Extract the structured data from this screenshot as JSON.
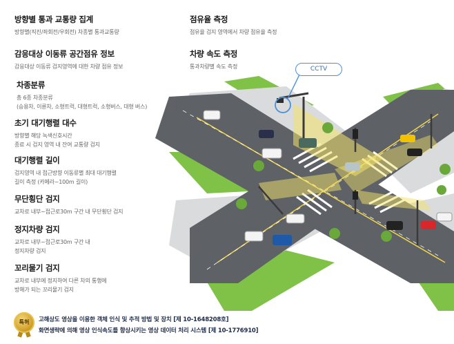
{
  "features": [
    {
      "id": "direction",
      "title": "방향별 통과 교통량 집계",
      "desc": [
        "방향별(직진/좌회전/우회전) 차종별 통과교통량"
      ]
    },
    {
      "id": "moving-occupancy",
      "title": "감응대상 이동류 공간점유 정보",
      "desc": [
        "감응대상 이동류 검지영역에 대한 차량 점유 정보"
      ]
    },
    {
      "id": "vehicle-class",
      "title": "차종분류",
      "desc": [
        "총 6종 차종분류",
        "(승용차, 이륜차, 소형트럭, 대형트럭, 소형버스, 대형 버스)"
      ]
    },
    {
      "id": "initial-queue",
      "title": "초기 대기행렬 대수",
      "desc": [
        "방향별 해당 녹색신호시간",
        "종료 시 검지 영역 내 잔여 교통량 검지"
      ]
    },
    {
      "id": "queue-length",
      "title": "대기행렬 길이",
      "desc": [
        "검지영역 내 접근방향 이동류별 최대 대기행렬",
        "길이 측정 (카메라~100m 길이)"
      ]
    },
    {
      "id": "jaywalk",
      "title": "무단횡단 검지",
      "desc": [
        "교차로 내부~접근로30m 구간 내  무단횡단 검지"
      ]
    },
    {
      "id": "stopped-vehicle",
      "title": "정지차량 검지",
      "desc": [
        "교차로 내부~접근로30m 구간 내",
        "정지차량 검지"
      ]
    },
    {
      "id": "tail-biting",
      "title": "꼬리물기 검지",
      "desc": [
        "교차로 내부에 정지하여 다른 차의 통행에",
        "방해가 되는 꼬리물기 검지"
      ]
    },
    {
      "id": "occupancy-rate",
      "title": "점유율 측정",
      "desc": [
        "점유율 검지 영역에서 차량 점유율 측정"
      ]
    },
    {
      "id": "speed",
      "title": "차량 속도 측정",
      "desc": [
        "통과차량별 속도 측정"
      ]
    }
  ],
  "scene": {
    "cctv_label": "CCTV",
    "colors": {
      "road": "#5e6266",
      "grass": "#7fc247",
      "sidewalk": "#d9dbdc",
      "detect": "#f4e26a",
      "cctv": "#4a8fd8"
    }
  },
  "patent": {
    "badge": "특허",
    "lines": [
      "고해상도 영상을 이용한 객체 인식 및 추적 방법 및 장치 [제 10-1648208호]",
      "화면생략에 의해 영상 인식속도를 향상시키는 영상 데이터 처리 시스템 [제 10-1776910]"
    ]
  }
}
